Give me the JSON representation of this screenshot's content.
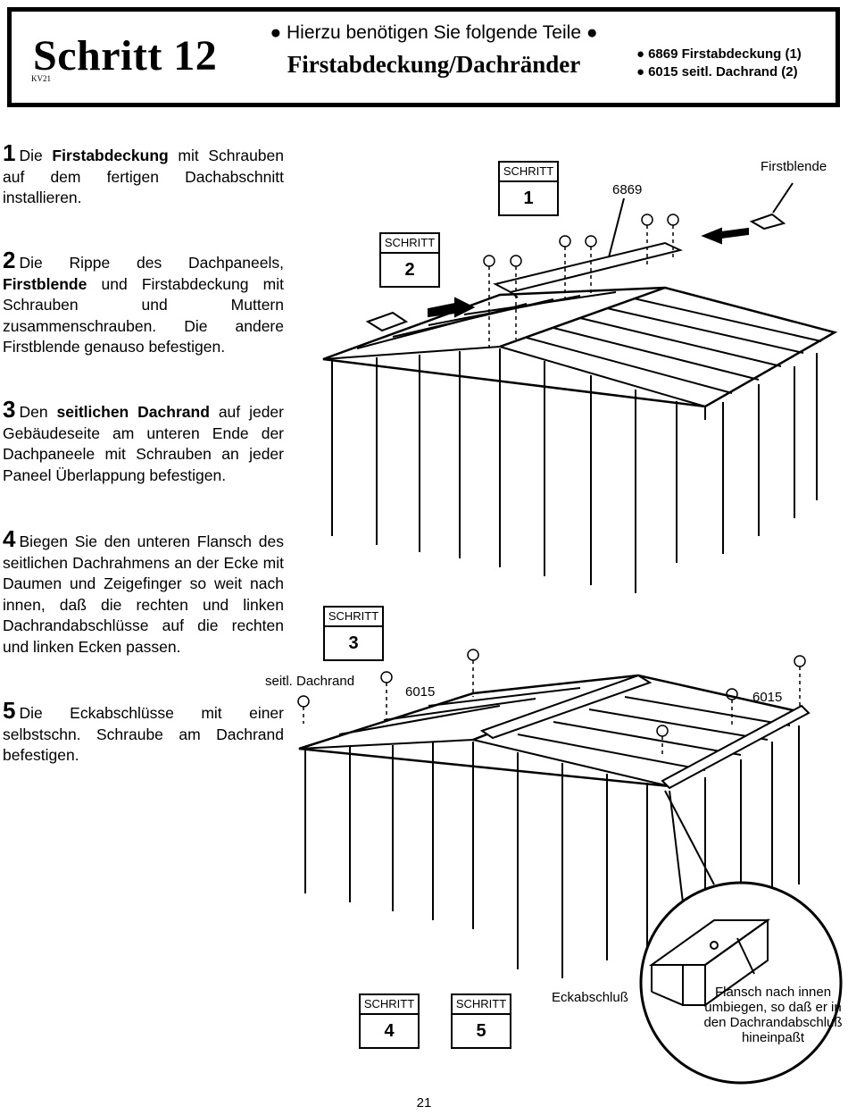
{
  "header": {
    "step_title": "Schritt 12",
    "doc_code": "KV21",
    "parts_intro": "● Hierzu benötigen Sie folgende Teile ●",
    "section_name": "Firstabdeckung/Dachränder",
    "parts": [
      "6869 Firstabdeckung (1)",
      "6015 seitl. Dachrand (2)"
    ]
  },
  "instructions": [
    {
      "number": "1",
      "pre": "Die ",
      "bold": "Firstabdeckung",
      "post": " mit Schrauben auf dem fertigen Dachabschnitt installieren."
    },
    {
      "number": "2",
      "pre": "Die Rippe des Dachpaneels, ",
      "bold": "Firstblende",
      "post": " und Firstabdeckung mit Schrauben und Muttern zusammenschrauben. Die andere Firstblende genauso befestigen."
    },
    {
      "number": "3",
      "pre": "Den ",
      "bold": "seitlichen Dachrand",
      "post": " auf jeder Gebäudeseite am unteren Ende der Dachpaneele mit Schrauben an jeder Paneel Überlappung befestigen."
    },
    {
      "number": "4",
      "pre": "",
      "bold": "",
      "post": "Biegen Sie den unteren Flansch des seitlichen Dachrahmens an der Ecke mit Daumen und Zeigefinger so weit nach innen, daß die rechten und linken Dachrandabschlüsse auf die rechten und linken Ecken passen."
    },
    {
      "number": "5",
      "pre": "",
      "bold": "",
      "post": "Die Eckabschlüsse mit einer selbstschn. Schraube am Dachrand befestigen."
    }
  ],
  "step_boxes": [
    {
      "label": "SCHRITT",
      "number": "1"
    },
    {
      "label": "SCHRITT",
      "number": "2"
    },
    {
      "label": "SCHRITT",
      "number": "3"
    },
    {
      "label": "SCHRITT",
      "number": "4"
    },
    {
      "label": "SCHRITT",
      "number": "5"
    }
  ],
  "diagram_labels": {
    "firstblende": "Firstblende",
    "part_6869": "6869",
    "seitl_dachrand": "seitl. Dachrand",
    "part_6015_left": "6015",
    "part_6015_right": "6015",
    "eckabschluss": "Eckabschluß",
    "flansch_note": "Flansch nach innen umbiegen, so daß er in den Dachrandabschluß hineinpaßt"
  },
  "page_number": "21"
}
